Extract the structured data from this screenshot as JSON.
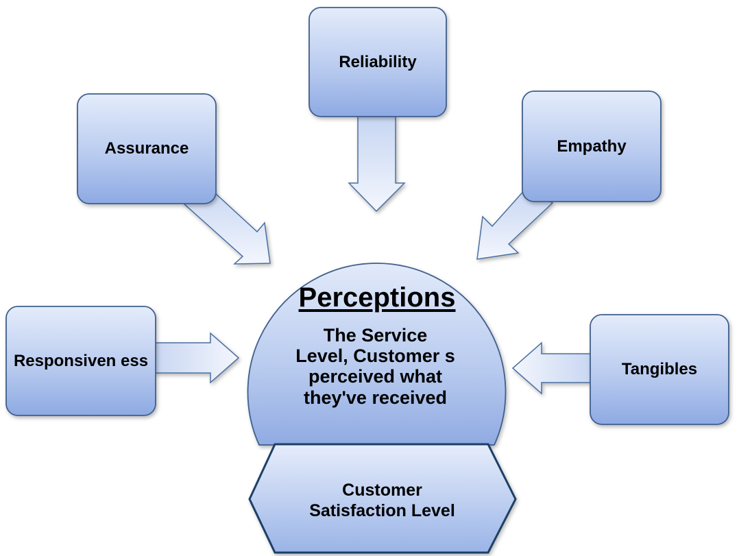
{
  "diagram": {
    "factors": {
      "reliability": "Reliability",
      "assurance": "Assurance",
      "empathy": "Empathy",
      "responsiveness": "Responsiven ess",
      "tangibles": "Tangibles"
    },
    "center": {
      "title": "Perceptions",
      "description": "The Service Level, Customer s perceived what they've received"
    },
    "outcome": "Customer Satisfaction Level"
  },
  "colors": {
    "box_fill_top": "#dde7fa",
    "box_fill_bottom": "#93afe6",
    "box_stroke": "#3f5f8c",
    "arrow_fill_light": "#f1f5fd",
    "arrow_fill_dark": "#bfd0f0",
    "arrow_stroke": "#4a6fa0"
  }
}
